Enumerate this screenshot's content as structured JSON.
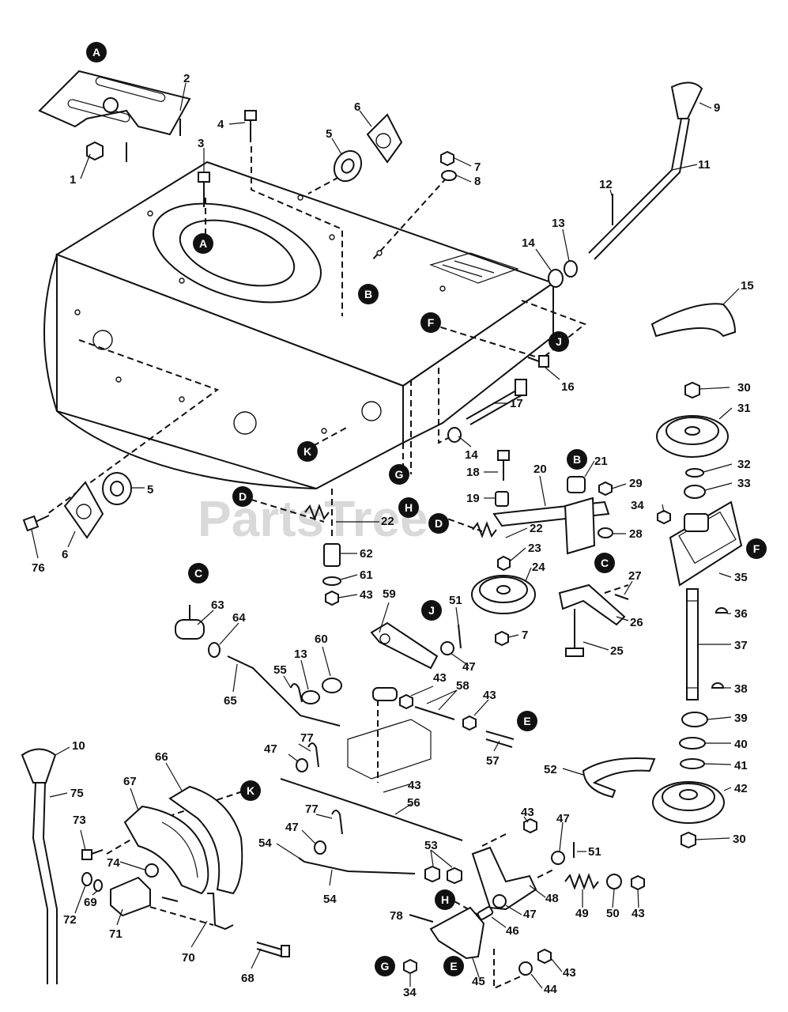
{
  "watermark": "PartsTree",
  "callouts": [
    "1",
    "2",
    "3",
    "4",
    "5",
    "6",
    "7",
    "8",
    "9",
    "10",
    "11",
    "12",
    "13",
    "14",
    "15",
    "16",
    "17",
    "18",
    "19",
    "20",
    "21",
    "22",
    "23",
    "24",
    "25",
    "26",
    "27",
    "28",
    "29",
    "30",
    "31",
    "32",
    "33",
    "34",
    "35",
    "36",
    "37",
    "38",
    "39",
    "40",
    "41",
    "42",
    "43",
    "44",
    "45",
    "46",
    "47",
    "48",
    "49",
    "50",
    "51",
    "52",
    "53",
    "54",
    "55",
    "56",
    "57",
    "58",
    "59",
    "60",
    "61",
    "62",
    "63",
    "64",
    "65",
    "66",
    "67",
    "68",
    "69",
    "70",
    "71",
    "72",
    "73",
    "74",
    "75",
    "76",
    "77",
    "78"
  ],
  "reference_letters": [
    "A",
    "B",
    "C",
    "D",
    "E",
    "F",
    "G",
    "H",
    "J",
    "K"
  ]
}
